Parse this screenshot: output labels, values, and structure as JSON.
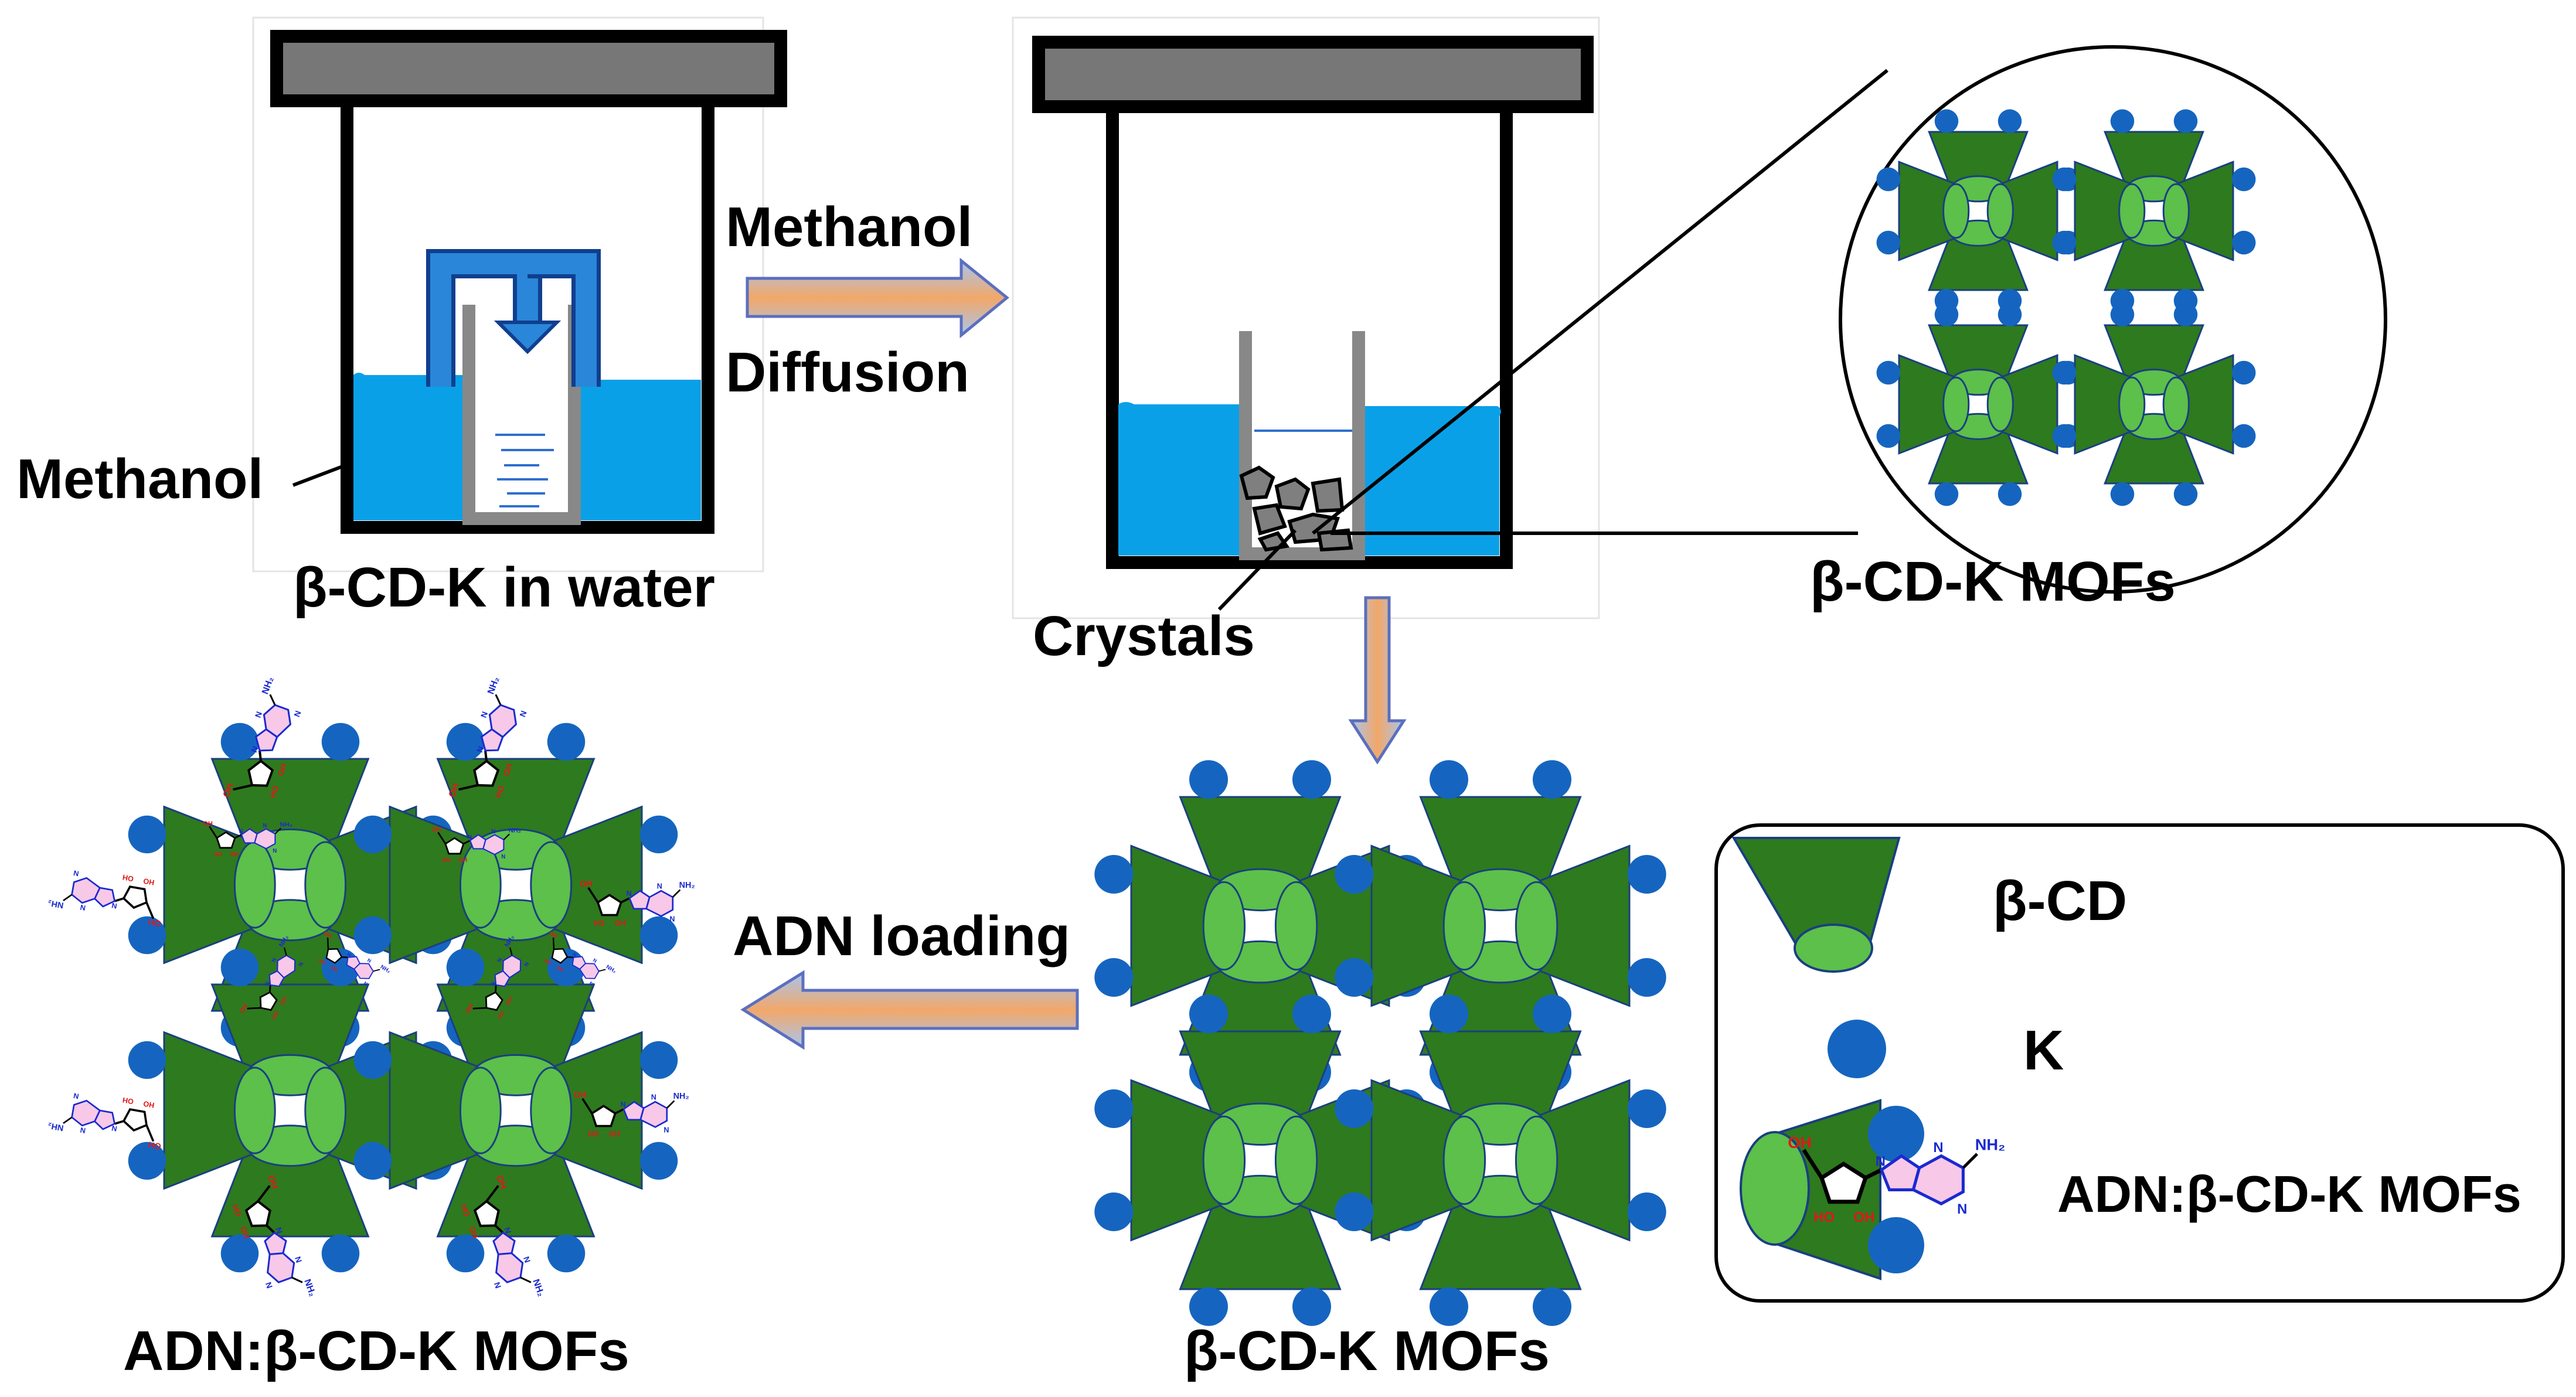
{
  "labels": {
    "methanol_side": "Methanol",
    "step1_caption": "β-CD-K in water",
    "arrow1_top": "Methanol",
    "arrow1_bottom": "Diffusion",
    "crystals": "Crystals",
    "mof_zoom_caption": "β-CD-K MOFs",
    "mof_caption": "β-CD-K MOFs",
    "adn_loading": "ADN loading",
    "adn_caption": "ADN:β-CD-K MOFs"
  },
  "legend": {
    "beta_cd": "β-CD",
    "k": "K",
    "adn_mof": "ADN:β-CD-K MOFs"
  },
  "molecule": {
    "oh": "OH",
    "ho": "HO",
    "n": "N",
    "nh2": "NH₂"
  },
  "colors": {
    "water": "#0aa0e8",
    "cd_dark": "#2e7a1e",
    "cd_light": "#5cc04a",
    "k_ion": "#1565c0",
    "arrow_blue": "#8fb4e3",
    "arrow_orange": "#f4a460",
    "flow_arrow": "#1f6fc0",
    "molecule_fill": "#f8c8e8",
    "molecule_n": "#1a2ad0",
    "molecule_oh": "#e01818"
  }
}
